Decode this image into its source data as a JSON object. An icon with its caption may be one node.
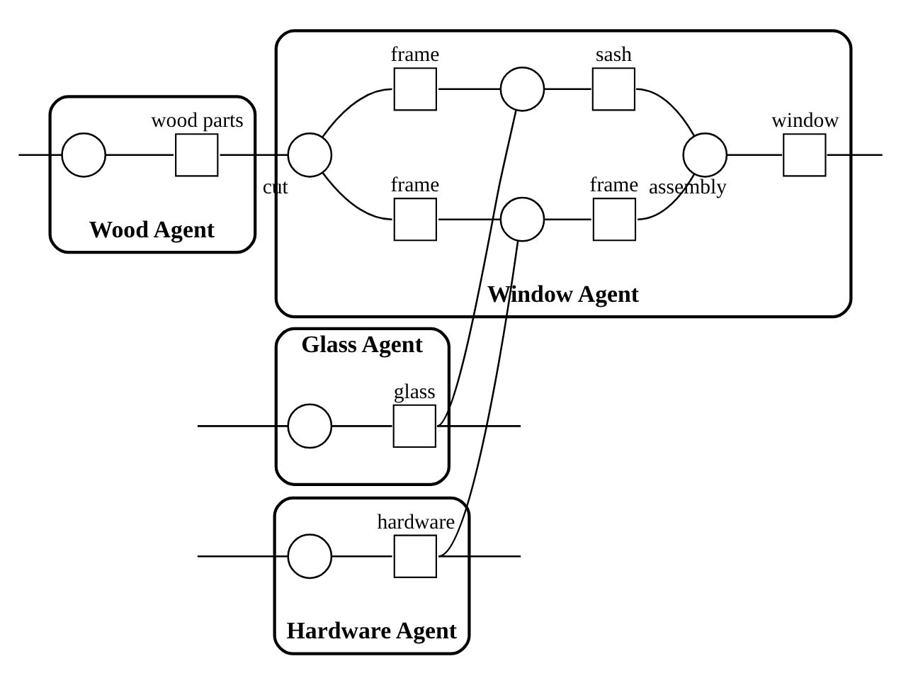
{
  "diagram": {
    "nodes": [
      {
        "text": [
          "Glass Agent"
        ]
      },
      {
        "text": [],
        "shape": "circle",
        "in": 0
      },
      {
        "text": [],
        "shape": "box",
        "in": 0,
        "beside": [
          "glass"
        ]
      },
      {
        "text": [
          "Wood Agent"
        ]
      },
      {
        "text": [],
        "shape": "circle",
        "in": 3
      },
      {
        "text": [],
        "shape": "box",
        "in": 3,
        "beside": [
          "wood parts"
        ]
      },
      {
        "text": [
          "Window Agent"
        ]
      },
      {
        "text": [],
        "shape": "circle",
        "in": 6,
        "beside": [
          "cut"
        ]
      },
      {
        "text": [],
        "shape": "box",
        "in": 6,
        "beside": [
          "frame"
        ]
      },
      {
        "text": [],
        "shape": "box",
        "in": 6,
        "beside": [
          "frame"
        ]
      },
      {
        "text": [],
        "shape": "circle",
        "in": 6
      },
      {
        "text": [],
        "shape": "box",
        "in": 6,
        "beside": [
          "sash"
        ]
      },
      {
        "text": [],
        "shape": "circle",
        "in": 6
      },
      {
        "text": [],
        "shape": "box",
        "in": 6,
        "beside": [
          "frame"
        ]
      },
      {
        "text": [],
        "shape": "circle",
        "in": 6,
        "beside": [
          "assembly"
        ]
      },
      {
        "text": [],
        "shape": "box",
        "in": 6,
        "beside": [
          "window"
        ]
      },
      {
        "text": [
          "Hardware Agent"
        ]
      },
      {
        "text": [],
        "shape": "circle",
        "in": 16
      },
      {
        "text": [],
        "shape": "box",
        "in": 16,
        "beside": [
          "hardware"
        ]
      }
    ],
    "edges": [
      {
        "from": null,
        "to": 1,
        "arrow": "none"
      },
      {
        "from": 1,
        "to": 2,
        "arrow": "none"
      },
      {
        "from": 2,
        "to": null,
        "arrow": "none"
      },
      {
        "from": 2,
        "to": 10,
        "arrow": "none"
      },
      {
        "from": null,
        "to": 4,
        "arrow": "none"
      },
      {
        "from": 4,
        "to": 5,
        "arrow": "none"
      },
      {
        "from": 5,
        "to": 7,
        "arrow": "none"
      },
      {
        "from": 7,
        "to": 8,
        "arrow": "none"
      },
      {
        "from": 7,
        "to": 9,
        "arrow": "none"
      },
      {
        "from": 8,
        "to": 10,
        "arrow": "none"
      },
      {
        "from": 9,
        "to": 12,
        "arrow": "none"
      },
      {
        "from": 10,
        "to": 11,
        "arrow": "none"
      },
      {
        "from": 12,
        "to": 13,
        "arrow": "none"
      },
      {
        "from": 11,
        "to": 14,
        "arrow": "none"
      },
      {
        "from": 13,
        "to": 14,
        "arrow": "none"
      },
      {
        "from": 14,
        "to": 15,
        "arrow": "none"
      },
      {
        "from": 15,
        "to": null,
        "arrow": "none"
      },
      {
        "from": null,
        "to": 17,
        "arrow": "none"
      },
      {
        "from": 17,
        "to": 18,
        "arrow": "none"
      },
      {
        "from": 18,
        "to": 12,
        "arrow": "none"
      },
      {
        "from": 18,
        "to": null,
        "arrow": "none"
      }
    ]
  }
}
